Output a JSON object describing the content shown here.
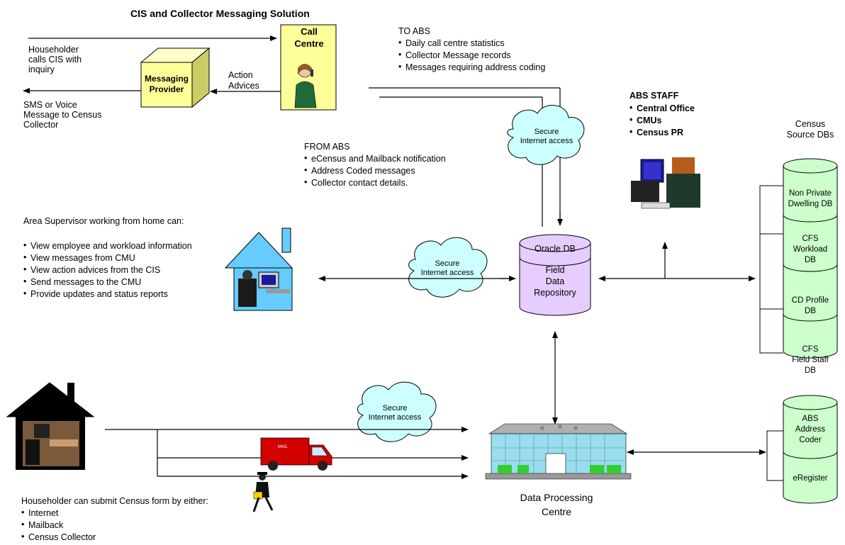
{
  "title": "CIS and Collector Messaging Solution",
  "call_centre": {
    "label_line1": "Call",
    "label_line2": "Centre"
  },
  "messaging_provider": {
    "label_line1": "Messaging",
    "label_line2": "Provider"
  },
  "householder_calls": [
    "Householder",
    "calls CIS with",
    "inquiry"
  ],
  "sms_message": [
    "SMS or Voice",
    "Message to Census",
    "Collector"
  ],
  "action_advices": [
    "Action",
    "Advices"
  ],
  "to_abs": {
    "heading": "TO ABS",
    "items": [
      "Daily call centre statistics",
      "Collector Message records",
      "Messages requiring  address coding"
    ]
  },
  "from_abs": {
    "heading": "FROM ABS",
    "items": [
      "eCensus and Mailback notification",
      "Address Coded messages",
      "Collector contact details."
    ]
  },
  "abs_staff": {
    "heading": "ABS STAFF",
    "items": [
      "Central Office",
      "CMUs",
      "Census PR"
    ]
  },
  "census_source": {
    "heading": [
      "Census",
      "Source DBs"
    ],
    "dbs": [
      [
        "Non Private",
        "Dwelling DB"
      ],
      [
        "CFS",
        "Workload",
        "DB"
      ],
      [
        "CD Profile",
        "DB"
      ],
      [
        "CFS",
        "Field Staff",
        "DB"
      ]
    ]
  },
  "secure_cloud": [
    "Secure",
    "Internet access"
  ],
  "oracle_db": {
    "top": "Oracle DB",
    "body": [
      "Field",
      "Data",
      "Repository"
    ]
  },
  "area_supervisor": {
    "heading": "Area Supervisor working from home can:",
    "items": [
      "View employee and workload information",
      "View messages from CMU",
      "View action advices from the CIS",
      "Send messages to the CMU",
      "Provide updates and status reports"
    ]
  },
  "householder_submit": {
    "heading": "Householder can submit Census form by either:",
    "items": [
      "Internet",
      "Mailback",
      "Census Collector"
    ]
  },
  "data_processing": [
    "Data Processing",
    "Centre"
  ],
  "abs_coder_db": [
    "ABS",
    "Address",
    "Coder"
  ],
  "eregister_db": [
    "eRegister"
  ],
  "van_text": "MAIL",
  "colors": {
    "db_fill": "#ccffcc",
    "cloud_fill": "#ccffff",
    "box_fill": "#ffff99",
    "oracle_fill": "#e6ccff",
    "van": "#d40000"
  }
}
